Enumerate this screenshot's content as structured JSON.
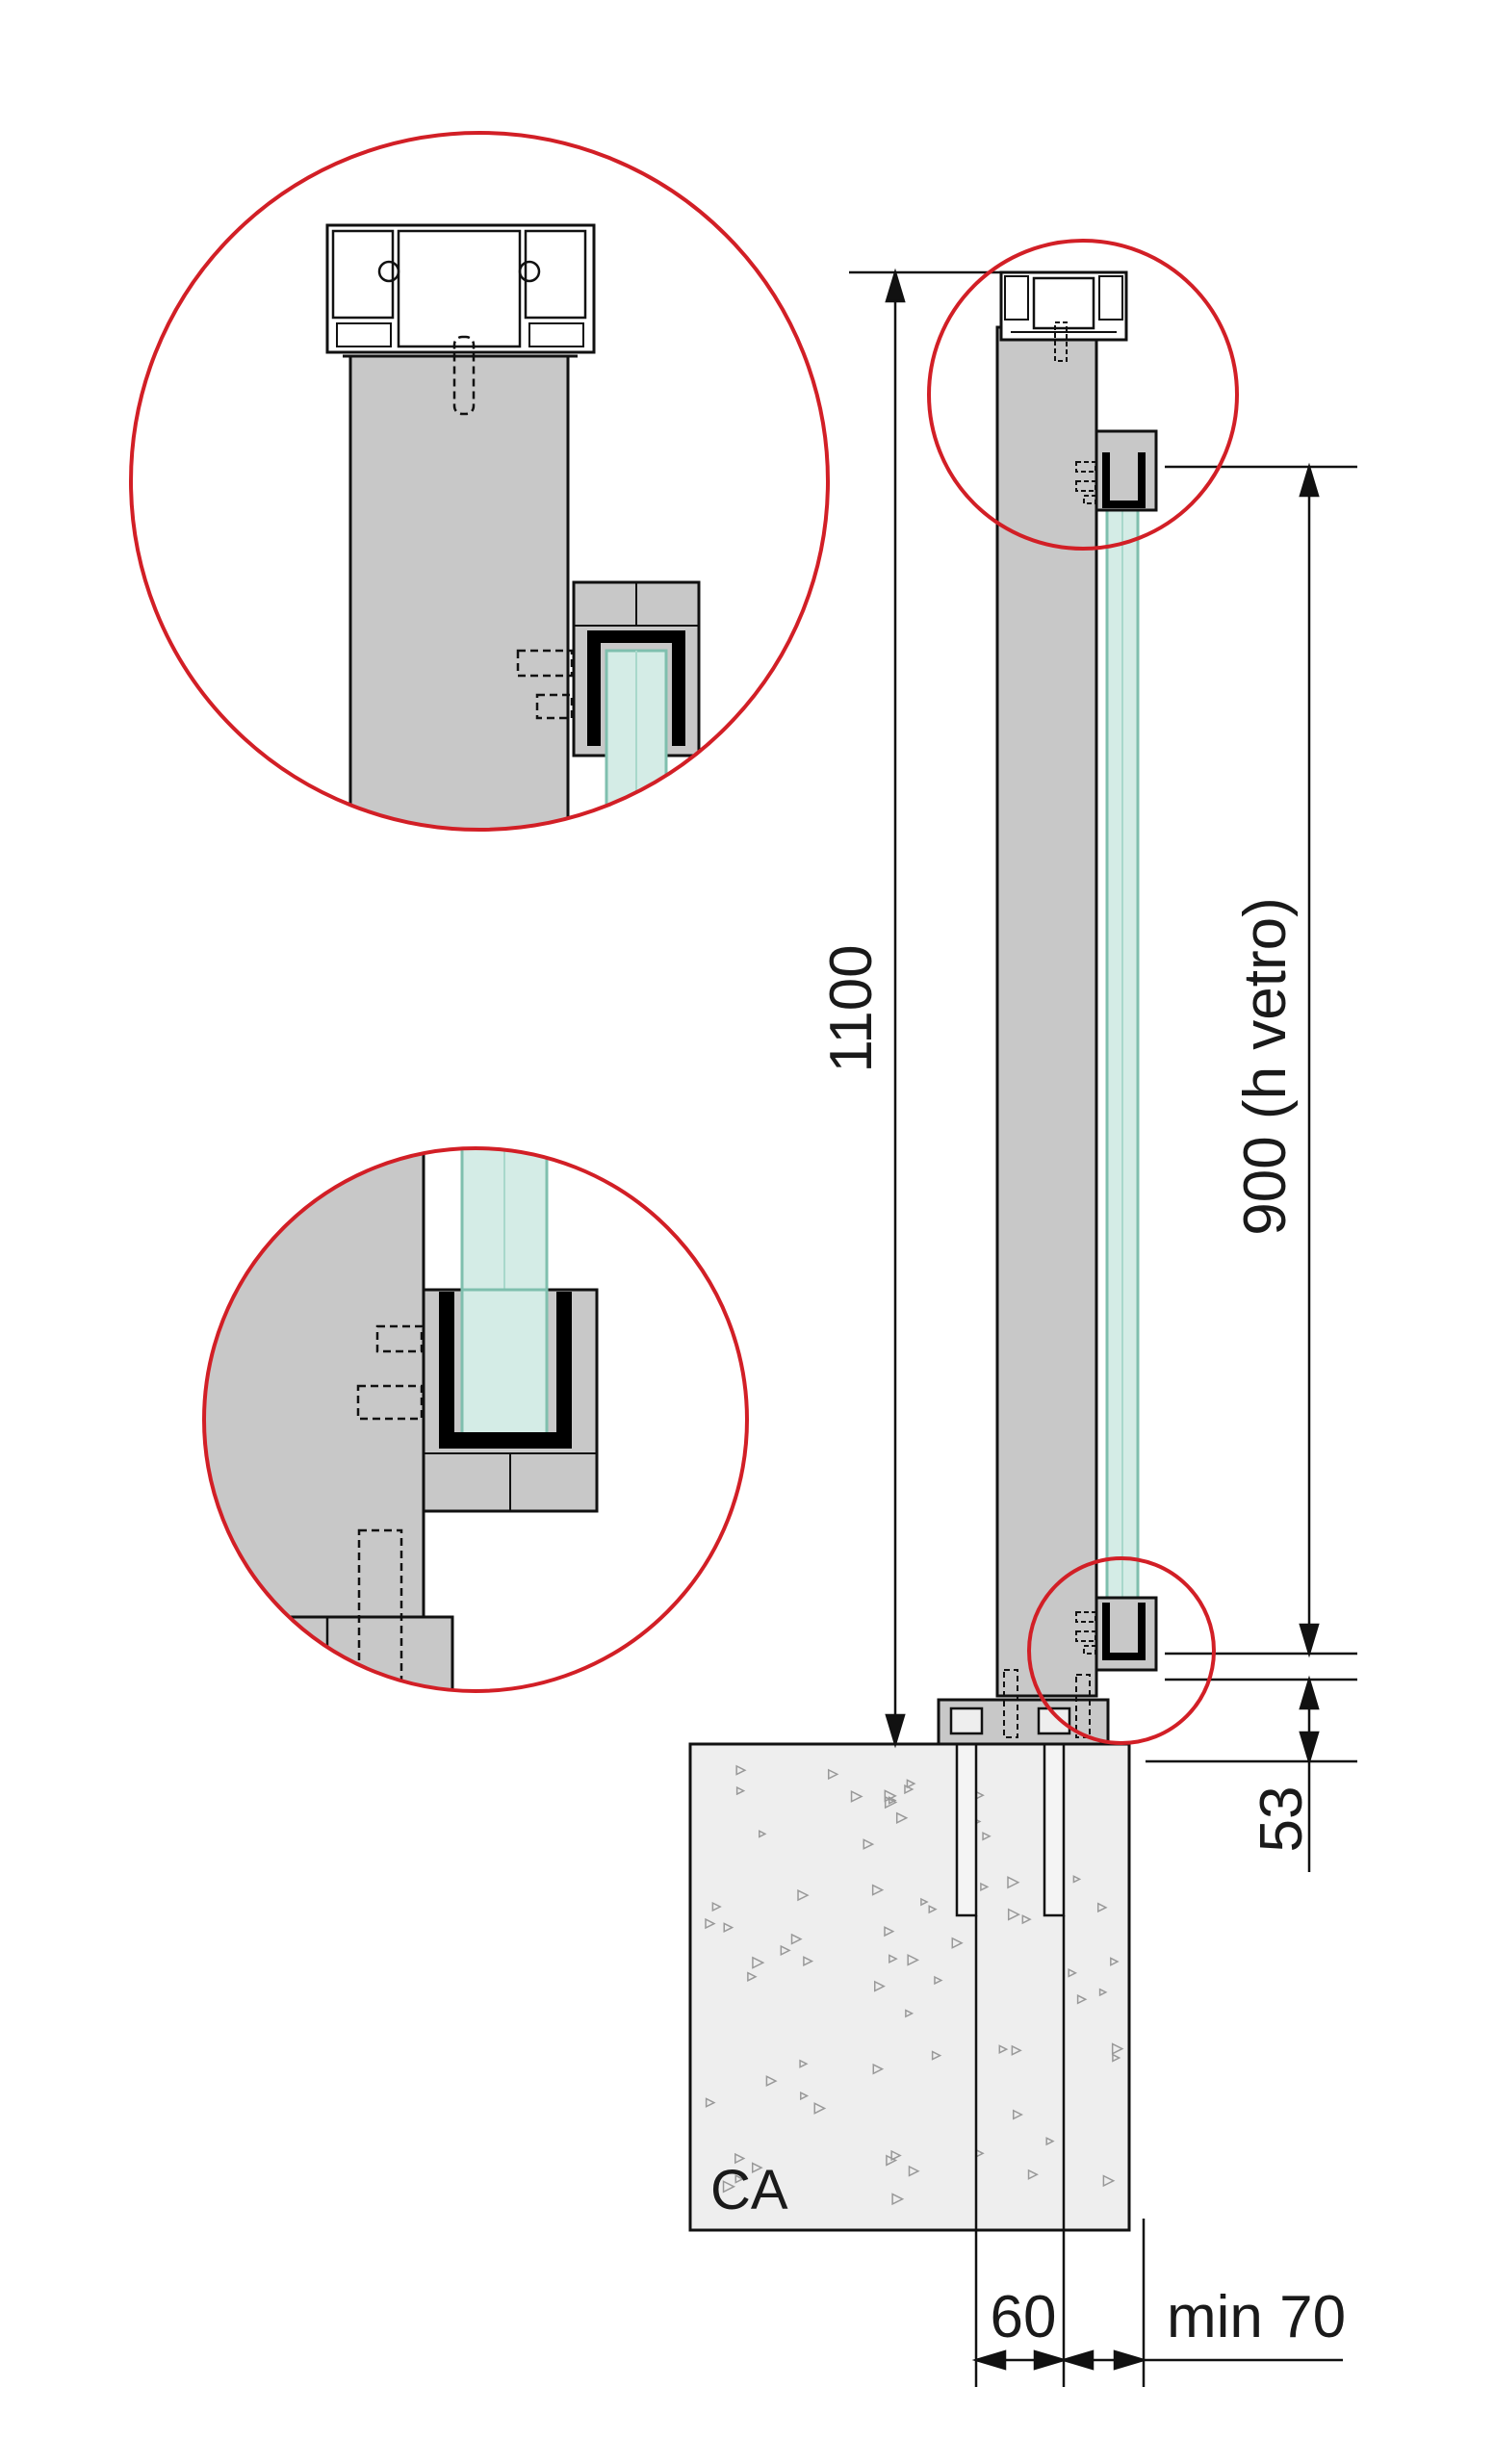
{
  "drawing": {
    "concrete_label": "CA",
    "dimensions": {
      "total_height": "1100",
      "glass_height": "900 (h vetro)",
      "base_offset": "53",
      "post_depth": "60",
      "edge_min": "min 70"
    },
    "colors": {
      "post_fill": "#c8c8c8",
      "concrete_fill": "#eeeeee",
      "glass_fill": "#d4ece6",
      "glass_edge": "#7fbfae",
      "detail_circle": "#d21f26",
      "line": "#111111",
      "gasket": "#000000"
    }
  }
}
